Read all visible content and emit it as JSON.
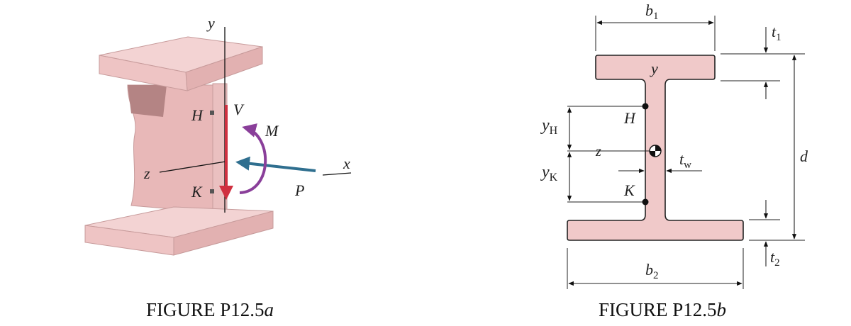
{
  "figure_a": {
    "caption_main": "FIGURE P12.5",
    "caption_suffix": "a",
    "labels": {
      "y": "y",
      "x": "x",
      "z": "z",
      "H": "H",
      "K": "K",
      "V": "V",
      "M": "M",
      "P": "P"
    }
  },
  "figure_b": {
    "caption_main": "FIGURE P12.5",
    "caption_suffix": "b",
    "labels": {
      "b1": "b",
      "b1_sub": "1",
      "b2": "b",
      "b2_sub": "2",
      "t1": "t",
      "t1_sub": "1",
      "t2": "t",
      "t2_sub": "2",
      "tw": "t",
      "tw_sub": "w",
      "d": "d",
      "y": "y",
      "z": "z",
      "H": "H",
      "K": "K",
      "yH": "y",
      "yH_sub": "H",
      "yK": "y",
      "yK_sub": "K"
    }
  },
  "colors": {
    "section_fill": "#f0c9c9",
    "face_top": "#f3d3d3",
    "face_side": "#e2b1b1",
    "face_dark": "#b48484",
    "arrow_V": "#d03040",
    "arrow_P": "#2f6f8f",
    "arrow_M": "#8a3f9a"
  }
}
